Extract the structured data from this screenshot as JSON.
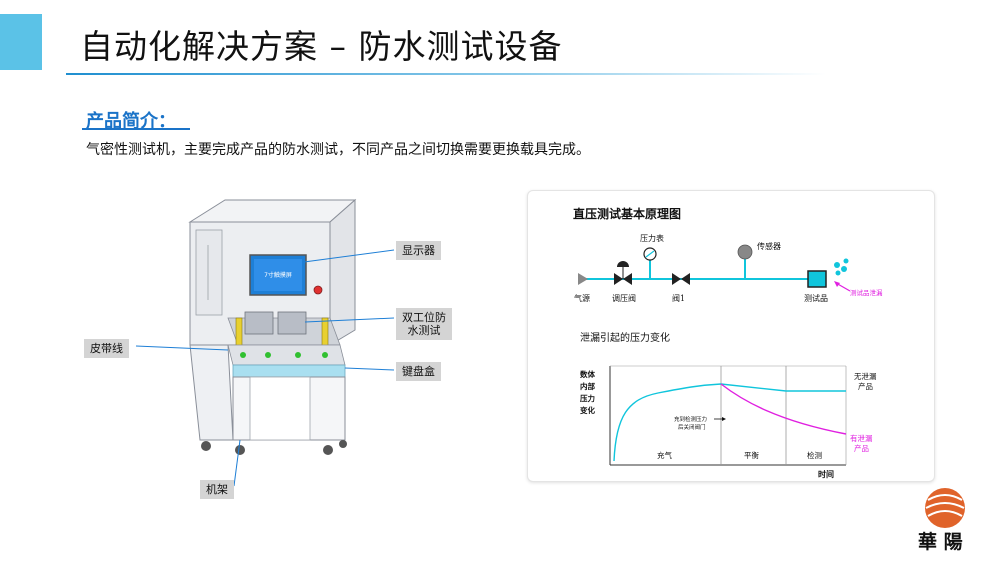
{
  "slide": {
    "title": "自动化解决方案 – 防水测试设备",
    "section_heading": "产品简介：",
    "description": "气密性测试机，主要完成产品的防水测试，不同产品之间切换需要更换载具完成。"
  },
  "machine": {
    "screen_text": "7寸触摸屏",
    "callouts": {
      "display": "显示器",
      "dual_station": [
        "双工位防",
        "水测试"
      ],
      "keyboard_box": "键盘盒",
      "belt_line": "皮带线",
      "frame": "机架"
    }
  },
  "principle_diagram": {
    "title": "直压测试基本原理图",
    "labels": {
      "air_source": "气源",
      "regulator": "调压阀",
      "gauge": "压力表",
      "valve": "阀1",
      "sensor": "传感器",
      "test_product": "测试品",
      "leak_note": "测试品泄漏"
    }
  },
  "pressure_chart": {
    "title": "泄漏引起的压力变化",
    "y_label": [
      "数体",
      "内部",
      "压力",
      "变化"
    ],
    "x_label": "时间",
    "phases": [
      "充气",
      "平衡",
      "检测"
    ],
    "annotation": [
      "充到检测压力",
      "后关闭阀门"
    ],
    "no_leak_label": [
      "无泄漏",
      "产品"
    ],
    "leak_label": [
      "有泄漏",
      "产品"
    ]
  },
  "logo": {
    "text": "華 陽"
  },
  "colors": {
    "accent": "#5bc2e7",
    "heading_blue": "#1a73c8",
    "pipe_cyan": "#10c5dc",
    "leak_magenta": "#e020e0",
    "logo_orange": "#e0632a"
  }
}
